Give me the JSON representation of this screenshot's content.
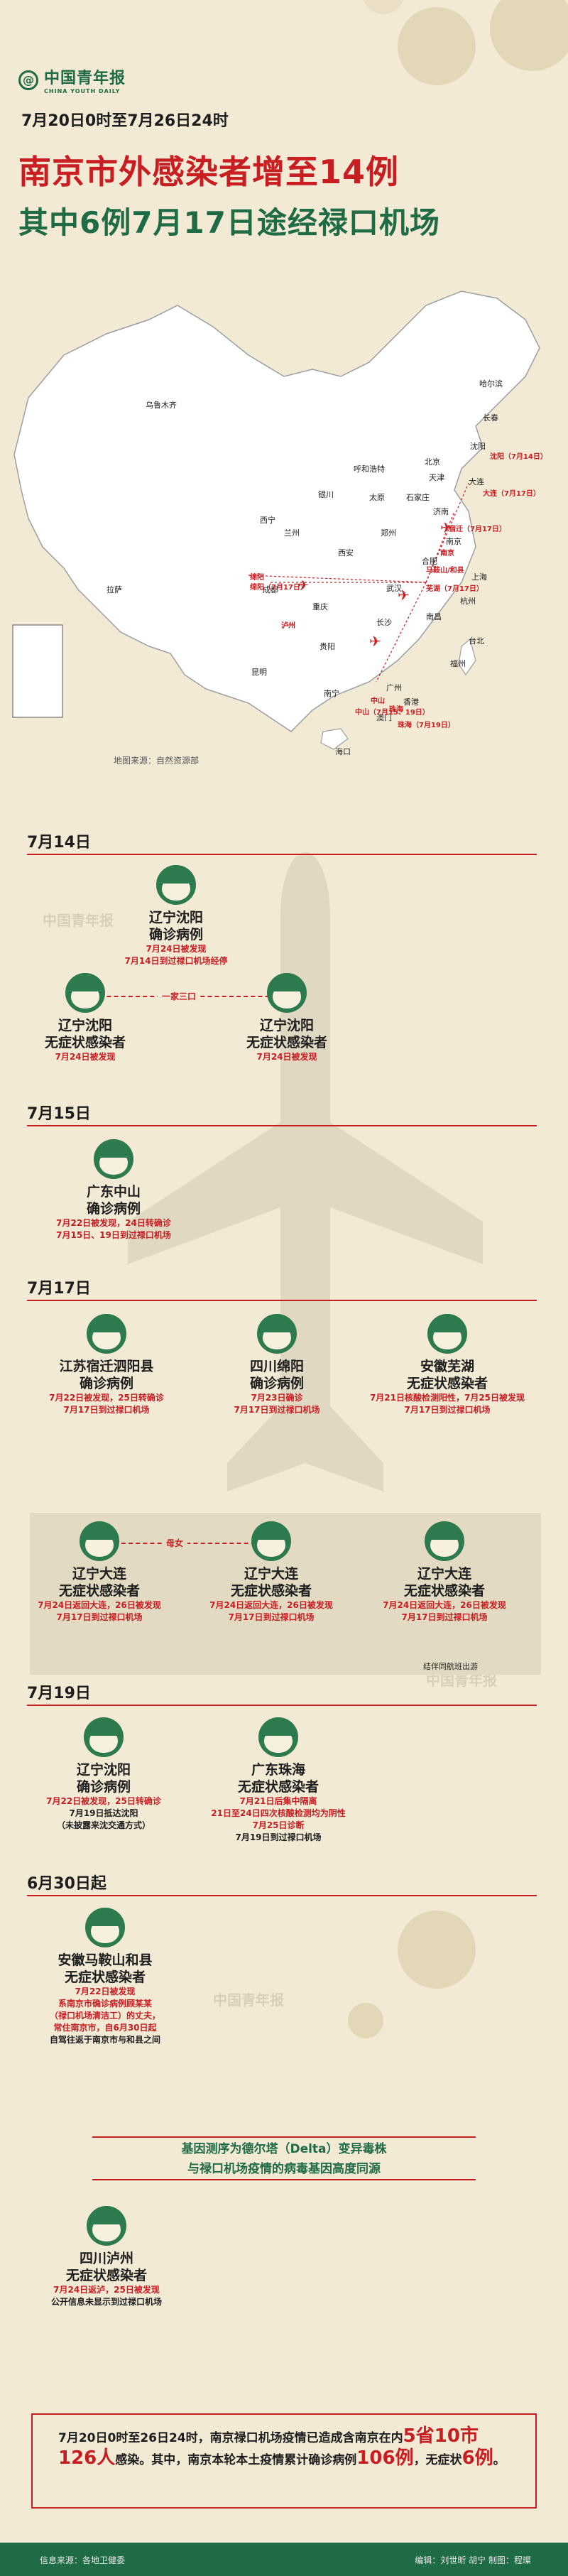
{
  "brand": {
    "name": "中国青年报",
    "name_en": "CHINA YOUTH DAILY",
    "mark": "@"
  },
  "header": {
    "date_range": "7月20日0时至7月26日24时",
    "headline": "南京市外感染者增至14例",
    "subheadline": "其中6例7月17日途经禄口机场"
  },
  "map": {
    "source": "地图来源：自然资源部",
    "cities": [
      "乌鲁木齐",
      "哈尔滨",
      "长春",
      "沈阳",
      "北京",
      "大连",
      "呼和浩特",
      "天津",
      "银川",
      "太原",
      "石家庄",
      "济南",
      "西宁",
      "兰州",
      "郑州",
      "南京",
      "西安",
      "合肥",
      "上海",
      "成都",
      "绵阳",
      "武汉",
      "杭州",
      "重庆",
      "长沙",
      "南昌",
      "泸州",
      "贵阳",
      "福州",
      "昆明",
      "南宁",
      "广州",
      "中山",
      "珠海",
      "拉萨",
      "台北",
      "香港",
      "澳门",
      "海口"
    ],
    "route_labels": [
      "沈阳（7月14日）",
      "大连（7月17日）",
      "南京",
      "马鞍山/和县",
      "绵阳（7月17日）",
      "泸州",
      "宿迁（7月17日）",
      "芜湖（7月17日）",
      "中山（7月15、19日）",
      "珠海（7月19日）"
    ]
  },
  "timeline": {
    "sections": [
      {
        "date": "7月14日",
        "people": [
          {
            "place": "辽宁沈阳",
            "status": "确诊病例",
            "notes": [
              "7月24日被发现",
              "7月14日到过禄口机场经停"
            ]
          },
          {
            "place": "辽宁沈阳",
            "status": "无症状感染者",
            "notes": [
              "7月24日被发现"
            ]
          },
          {
            "place": "辽宁沈阳",
            "status": "无症状感染者",
            "notes": [
              "7月24日被发现"
            ]
          }
        ],
        "relation": "一家三口"
      },
      {
        "date": "7月15日",
        "people": [
          {
            "place": "广东中山",
            "status": "确诊病例",
            "notes": [
              "7月22日被发现，24日转确诊",
              "7月15日、19日到过禄口机场"
            ]
          }
        ]
      },
      {
        "date": "7月17日",
        "people": [
          {
            "place": "江苏宿迁泗阳县",
            "status": "确诊病例",
            "notes": [
              "7月22日被发现，25日转确诊",
              "7月17日到过禄口机场"
            ]
          },
          {
            "place": "四川绵阳",
            "status": "确诊病例",
            "notes": [
              "7月23日确诊",
              "7月17日到过禄口机场"
            ]
          },
          {
            "place": "安徽芜湖",
            "status": "无症状感染者",
            "notes": [
              "7月21日核酸检测阳性，7月25日被发现",
              "7月17日到过禄口机场"
            ]
          },
          {
            "place": "辽宁大连",
            "status": "无症状感染者",
            "notes": [
              "7月24日返回大连，26日被发现",
              "7月17日到过禄口机场"
            ]
          },
          {
            "place": "辽宁大连",
            "status": "无症状感染者",
            "notes": [
              "7月24日返回大连，26日被发现",
              "7月17日到过禄口机场"
            ]
          },
          {
            "place": "辽宁大连",
            "status": "无症状感染者",
            "notes": [
              "7月24日返回大连，26日被发现",
              "7月17日到过禄口机场"
            ]
          }
        ],
        "relation": "母女",
        "group_note": "结伴同航班出游"
      },
      {
        "date": "7月19日",
        "people": [
          {
            "place": "辽宁沈阳",
            "status": "确诊病例",
            "notes": [
              "7月22日被发现，25日转确诊",
              "7月19日抵达沈阳",
              "（未披露来沈交通方式）"
            ]
          },
          {
            "place": "广东珠海",
            "status": "无症状感染者",
            "notes": [
              "7月21日后集中隔离",
              "21日至24日四次核酸检测均为阴性",
              "7月25日诊断",
              "7月19日到过禄口机场"
            ]
          }
        ]
      },
      {
        "date": "6月30日起",
        "people": [
          {
            "place": "安徽马鞍山和县",
            "status": "无症状感染者",
            "notes": [
              "7月22日被发现",
              "系南京市确诊病例顾某某",
              "（禄口机场清洁工）的丈夫，",
              "常住南京市，自6月30日起",
              "自驾往返于南京市与和县之间"
            ]
          }
        ]
      }
    ],
    "delta_text": [
      "基因测序为德尔塔（Delta）变异毒株",
      "与禄口机场疫情的病毒基因高度同源"
    ],
    "extra_person": {
      "place": "四川泸州",
      "status": "无症状感染者",
      "notes": [
        "7月24日返泸，25日被发现",
        "公开信息未显示到过禄口机场"
      ]
    }
  },
  "summary": {
    "part1": "7月20日0时至26日24时，南京禄口机场疫情已造成含南京在内",
    "provinces": "5省10市126人",
    "part2": "感染。其中，南京本轮本土疫情累计确诊病例",
    "confirmed": "106例",
    "part3": "，无症状",
    "asymptomatic": "6例",
    "part4": "。"
  },
  "footer": {
    "source": "信息来源：各地卫健委",
    "credits": "编辑：刘世昕  胡宁   制图：程璨"
  },
  "colors": {
    "red": "#c81d21",
    "green": "#1f6b46",
    "background": "#f3ead6"
  }
}
